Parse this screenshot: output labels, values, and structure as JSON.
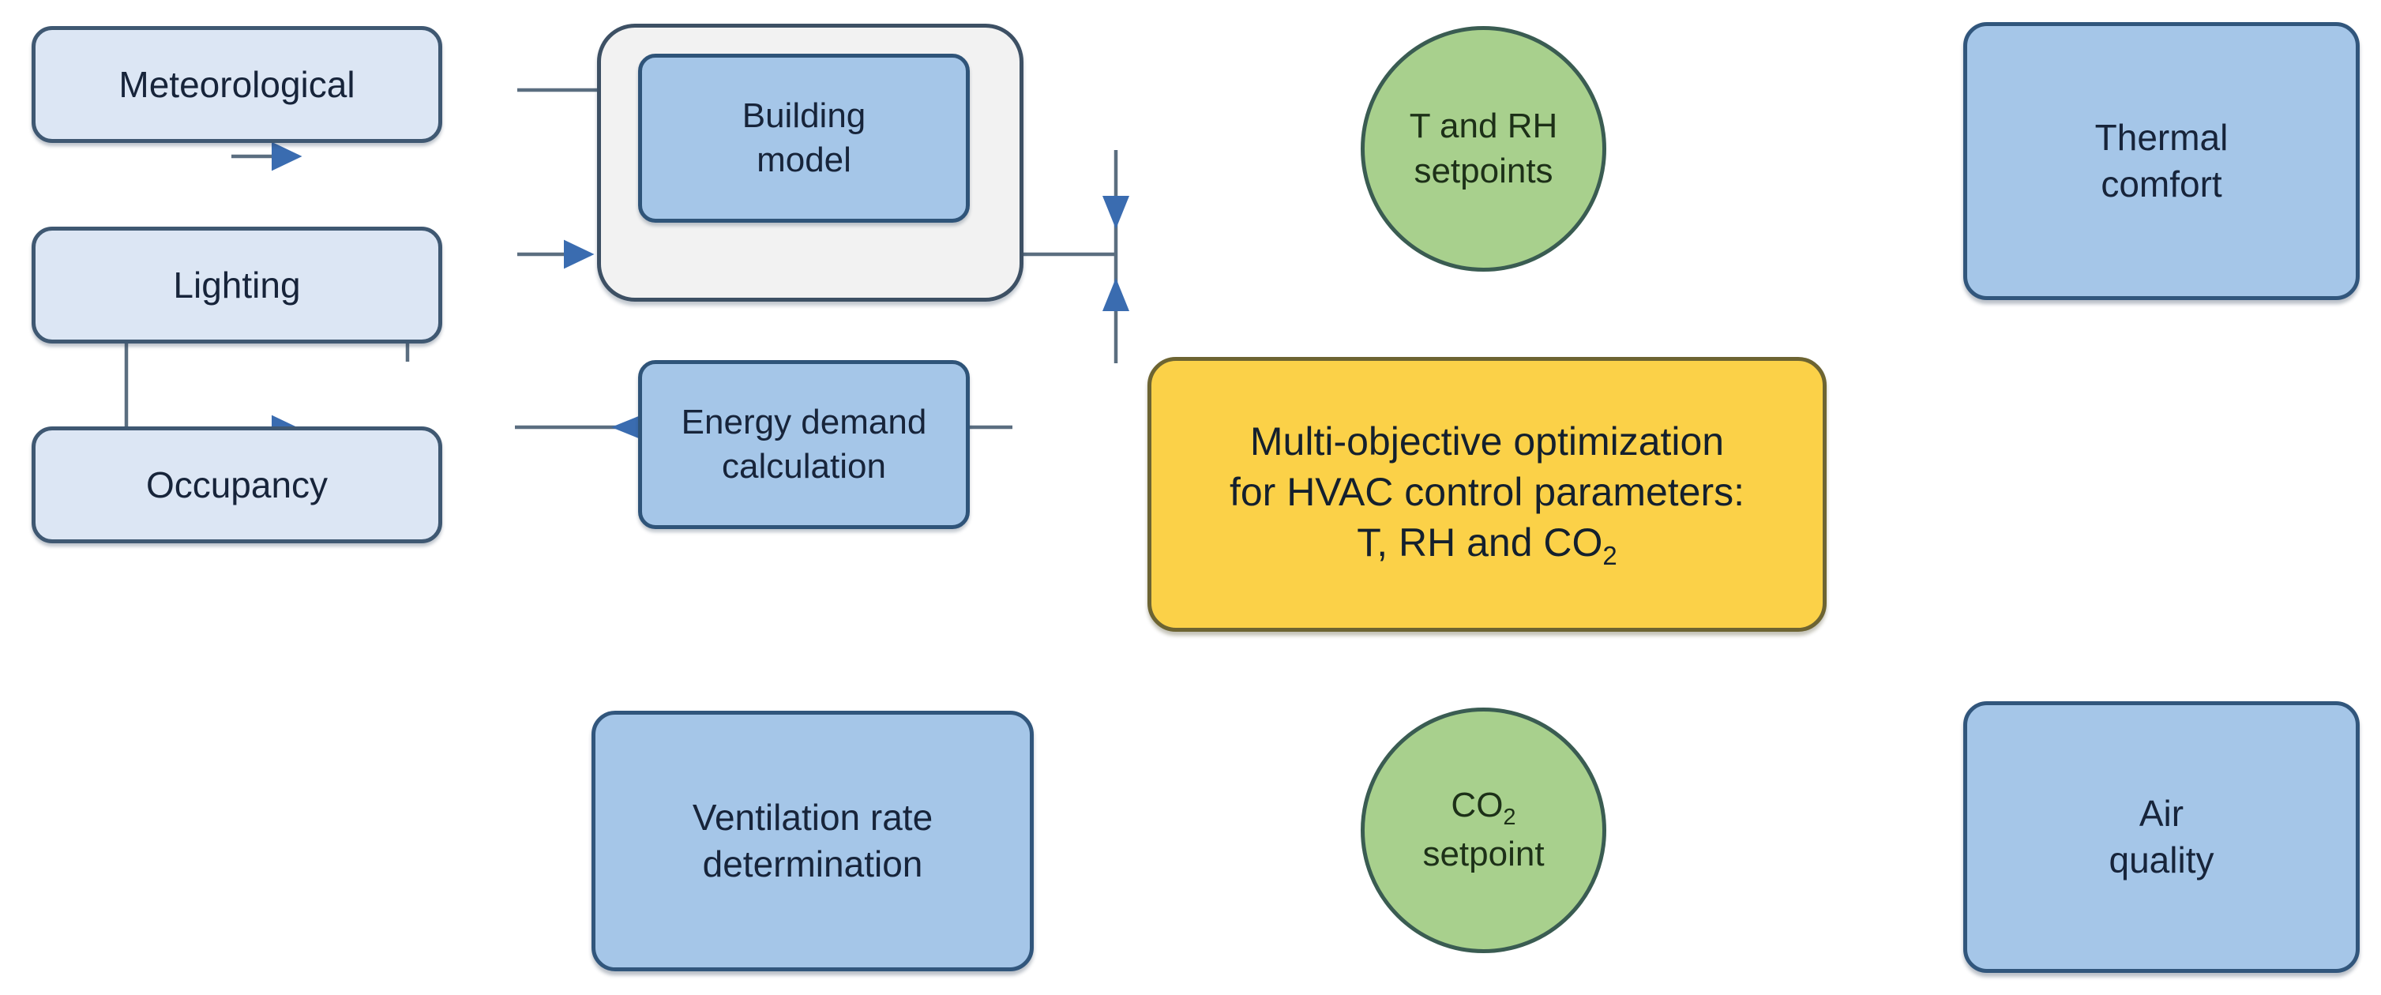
{
  "diagram": {
    "title": "HVAC multi-objective optimization control flow",
    "background": "#ffffff",
    "colors": {
      "input_fill": "#dce6f4",
      "process_fill": "#a5c6e8",
      "group_fill": "#f2f2f2",
      "setpoint_fill": "#a8d08d",
      "optimization_fill": "#fbd148",
      "node_border": "#31567c",
      "group_border": "#3d5064",
      "setpoint_border": "#3a5c52",
      "optimization_border": "#6d6432",
      "edge_line": "#5b6e80",
      "arrow_head": "#3a6cb0"
    },
    "nodes": {
      "meteorological": {
        "label": "Meteorological",
        "shape": "rounded-rect",
        "kind": "input"
      },
      "lighting": {
        "label": "Lighting",
        "shape": "rounded-rect",
        "kind": "input"
      },
      "occupancy": {
        "label": "Occupancy",
        "shape": "rounded-rect",
        "kind": "input"
      },
      "group_container": {
        "label": "",
        "shape": "rounded-rect",
        "kind": "group"
      },
      "building_model": {
        "label": "Building\nmodel",
        "shape": "rounded-rect",
        "kind": "process"
      },
      "energy_demand": {
        "label": "Energy demand\ncalculation",
        "shape": "rounded-rect",
        "kind": "process"
      },
      "t_rh_setpoints": {
        "label": "T and RH\nsetpoints",
        "shape": "ellipse",
        "kind": "setpoint"
      },
      "co2_setpoint": {
        "label_line1": "CO",
        "label_sub": "2",
        "label_line2": "setpoint",
        "shape": "ellipse",
        "kind": "setpoint"
      },
      "thermal_comfort": {
        "label": "Thermal\ncomfort",
        "shape": "rounded-rect",
        "kind": "process"
      },
      "air_quality": {
        "label": "Air\nquality",
        "shape": "rounded-rect",
        "kind": "process"
      },
      "ventilation_rate": {
        "label": "Ventilation rate\ndetermination",
        "shape": "rounded-rect",
        "kind": "process"
      },
      "optimization": {
        "line1": "Multi-objective optimization",
        "line2": "for HVAC control parameters:",
        "line3_pre": "T, RH and CO",
        "line3_sub": "2",
        "shape": "rounded-rect",
        "kind": "optimization"
      }
    },
    "edges": [
      {
        "from": "meteorological",
        "to": "group_container",
        "direction": "right"
      },
      {
        "from": "lighting",
        "to": "group_container",
        "direction": "right"
      },
      {
        "from": "occupancy",
        "to": "group_container",
        "direction": "right"
      },
      {
        "from": "occupancy",
        "to": "ventilation_rate",
        "direction": "right",
        "routing": "down-then-right"
      },
      {
        "from": "t_rh_setpoints",
        "to": "building_model",
        "direction": "left"
      },
      {
        "from": "t_rh_setpoints",
        "to": "thermal_comfort",
        "direction": "right"
      },
      {
        "from": "energy_demand",
        "to": "optimization",
        "direction": "right"
      },
      {
        "from": "thermal_comfort",
        "to": "optimization",
        "direction": "down-then-left"
      },
      {
        "from": "air_quality",
        "to": "optimization",
        "direction": "up-then-left"
      },
      {
        "from": "co2_setpoint",
        "to": "ventilation_rate",
        "direction": "left"
      },
      {
        "from": "co2_setpoint",
        "to": "air_quality",
        "direction": "right"
      },
      {
        "from": "ventilation_rate",
        "to": "group_container",
        "direction": "up"
      }
    ]
  }
}
